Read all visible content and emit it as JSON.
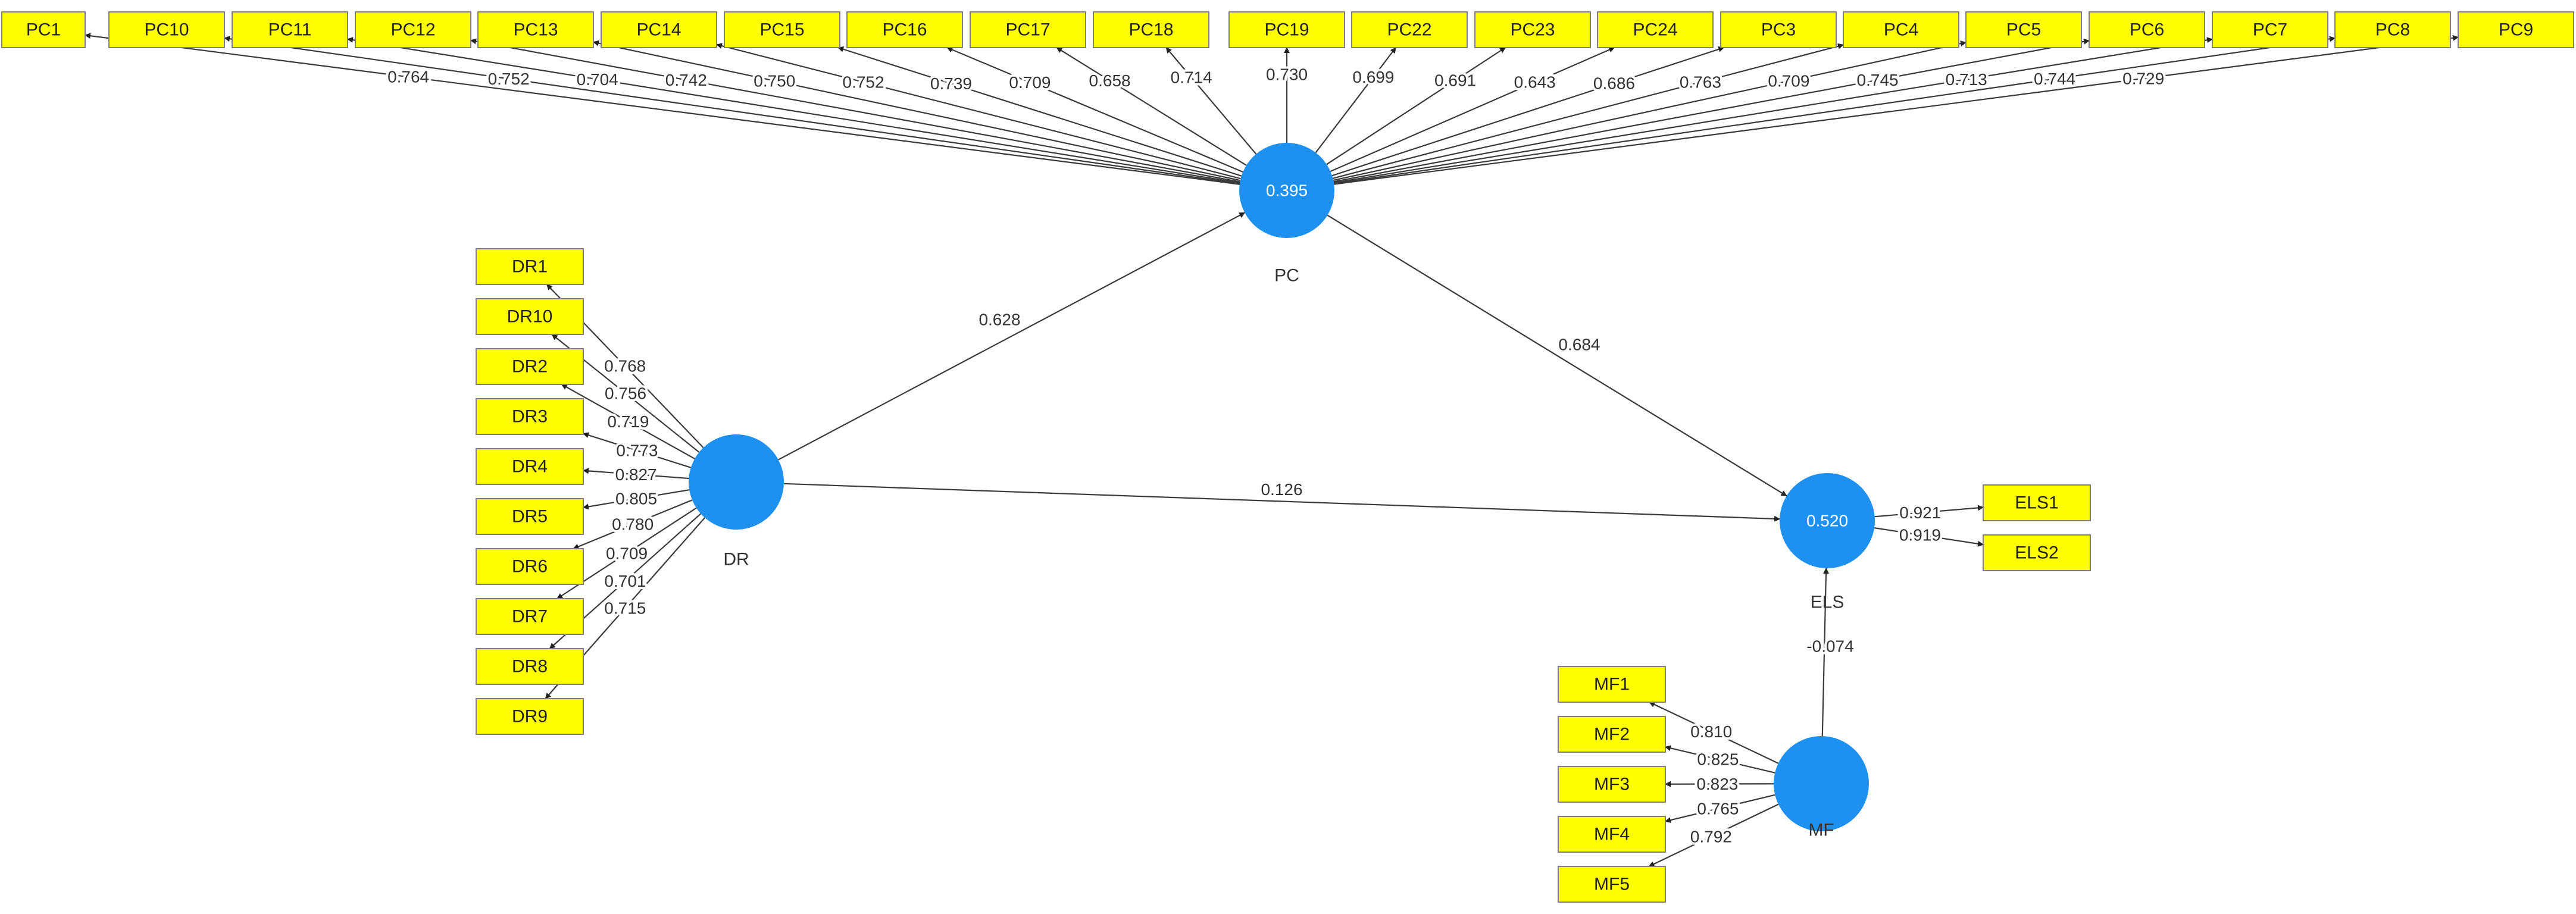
{
  "latent_variables": {
    "PC": {
      "name": "PC",
      "value": "0.395",
      "color": "#1e90f0"
    },
    "DR": {
      "name": "DR",
      "value": "",
      "color": "#1e90f0"
    },
    "ELS": {
      "name": "ELS",
      "value": "0.520",
      "color": "#1e90f0"
    },
    "MF": {
      "name": "MF",
      "value": "",
      "color": "#1e90f0"
    }
  },
  "indicators": {
    "PC": [
      {
        "name": "PC1",
        "loading": "0.764"
      },
      {
        "name": "PC10",
        "loading": "0.752"
      },
      {
        "name": "PC11",
        "loading": "0.704"
      },
      {
        "name": "PC12",
        "loading": "0.742"
      },
      {
        "name": "PC13",
        "loading": "0.750"
      },
      {
        "name": "PC14",
        "loading": "0.752"
      },
      {
        "name": "PC15",
        "loading": "0.739"
      },
      {
        "name": "PC16",
        "loading": "0.709"
      },
      {
        "name": "PC17",
        "loading": "0.658"
      },
      {
        "name": "PC18",
        "loading": "0.714"
      },
      {
        "name": "PC19",
        "loading": "0.730"
      },
      {
        "name": "PC22",
        "loading": "0.699"
      },
      {
        "name": "PC23",
        "loading": "0.691"
      },
      {
        "name": "PC24",
        "loading": "0.643"
      },
      {
        "name": "PC3",
        "loading": "0.686"
      },
      {
        "name": "PC4",
        "loading": "0.763"
      },
      {
        "name": "PC5",
        "loading": "0.709"
      },
      {
        "name": "PC6",
        "loading": "0.745"
      },
      {
        "name": "PC7",
        "loading": "0.713"
      },
      {
        "name": "PC8",
        "loading": "0.744"
      },
      {
        "name": "PC9",
        "loading": "0.729"
      }
    ],
    "DR": [
      {
        "name": "DR1",
        "loading": "0.768"
      },
      {
        "name": "DR10",
        "loading": "0.756"
      },
      {
        "name": "DR2",
        "loading": "0.719"
      },
      {
        "name": "DR3",
        "loading": "0.773"
      },
      {
        "name": "DR4",
        "loading": "0.827"
      },
      {
        "name": "DR5",
        "loading": "0.805"
      },
      {
        "name": "DR6",
        "loading": "0.780"
      },
      {
        "name": "DR7",
        "loading": "0.709"
      },
      {
        "name": "DR8",
        "loading": "0.701"
      },
      {
        "name": "DR9",
        "loading": "0.715"
      }
    ],
    "MF": [
      {
        "name": "MF1",
        "loading": "0.810"
      },
      {
        "name": "MF2",
        "loading": "0.825"
      },
      {
        "name": "MF3",
        "loading": "0.823"
      },
      {
        "name": "MF4",
        "loading": "0.765"
      },
      {
        "name": "MF5",
        "loading": "0.792"
      }
    ],
    "ELS": [
      {
        "name": "ELS1",
        "loading": "0.921"
      },
      {
        "name": "ELS2",
        "loading": "0.919"
      }
    ]
  },
  "paths": [
    {
      "from": "DR",
      "to": "PC",
      "coefficient": "0.628"
    },
    {
      "from": "PC",
      "to": "ELS",
      "coefficient": "0.684"
    },
    {
      "from": "DR",
      "to": "ELS",
      "coefficient": "0.126"
    },
    {
      "from": "MF",
      "to": "ELS",
      "coefficient": "-0.074"
    }
  ]
}
